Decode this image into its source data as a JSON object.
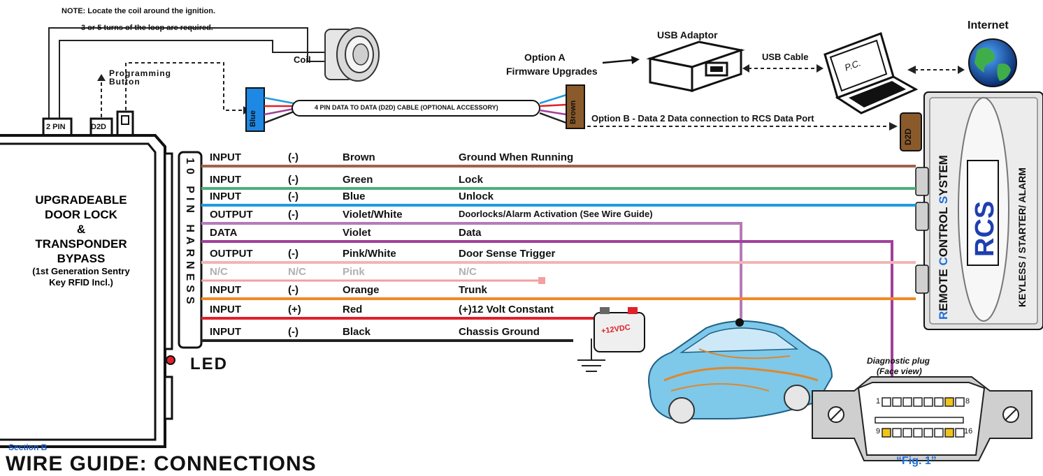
{
  "note": {
    "line1": "NOTE: Locate the coil around the ignition.",
    "line2": "3 or 5 turns of the loop are required."
  },
  "coil_label": "Coil",
  "programming_button": {
    "line1": "Programming",
    "line2": "Button"
  },
  "module": {
    "ports": {
      "two_pin": "2 PIN",
      "d2d": "D2D"
    },
    "title_lines": [
      "UPGRADEABLE",
      "DOOR LOCK",
      "&",
      "TRANSPONDER",
      "BYPASS"
    ],
    "subtitle_lines": [
      "(1st Generation Sentry",
      "Key RFID Incl.)"
    ],
    "harness_label": "10 PIN HARNESS",
    "led_label": "LED"
  },
  "d2d_cable": {
    "label": "4 PIN DATA TO DATA (D2D) CABLE (OPTIONAL ACCESSORY)",
    "left_plug": "Blue",
    "right_plug": "Brown"
  },
  "option_a": {
    "line1": "Option A",
    "line2": "Firmware Upgrades"
  },
  "usb_adaptor": "USB Adaptor",
  "usb_cable": "USB Cable",
  "pc_label": "P.C.",
  "internet_label": "Internet",
  "option_b": "Option B - Data 2 Data connection to RCS Data Port",
  "rcs": {
    "d2d_port": "D2D",
    "brand_r": "R",
    "brand_rest1": "EMOTE ",
    "brand_c": "C",
    "brand_rest2": "ONTROL ",
    "brand_s": "S",
    "brand_rest3": "YSTEM",
    "logo": "RCS",
    "side": "KEYLESS  / STARTER/ ALARM"
  },
  "wires": [
    {
      "type": "INPUT",
      "polarity": "(-)",
      "color_name": "Brown",
      "function": "Ground When Running",
      "stroke": "#a0624a"
    },
    {
      "type": "INPUT",
      "polarity": "(-)",
      "color_name": "Green",
      "function": "Lock",
      "stroke": "#4caf7a"
    },
    {
      "type": "INPUT",
      "polarity": "(-)",
      "color_name": "Blue",
      "function": "Unlock",
      "stroke": "#1e9be0"
    },
    {
      "type": "OUTPUT",
      "polarity": "(-)",
      "color_name": "Violet/White",
      "function": "Doorlocks/Alarm Activation (See Wire Guide)",
      "stroke": "#b57ab8"
    },
    {
      "type": "DATA",
      "polarity": "",
      "color_name": "Violet",
      "function": "Data",
      "stroke": "#a0409a"
    },
    {
      "type": "OUTPUT",
      "polarity": "(-)",
      "color_name": "Pink/White",
      "function": "Door Sense Trigger",
      "stroke": "#f2b5b5"
    },
    {
      "type": "N/C",
      "polarity": "N/C",
      "color_name": "Pink",
      "function": "N/C",
      "stroke": "#f2a0a0"
    },
    {
      "type": "INPUT",
      "polarity": "(-)",
      "color_name": "Orange",
      "function": "Trunk",
      "stroke": "#f08a25"
    },
    {
      "type": "INPUT",
      "polarity": "(+)",
      "color_name": "Red",
      "function": "(+)12 Volt Constant",
      "stroke": "#e0202a"
    },
    {
      "type": "INPUT",
      "polarity": "(-)",
      "color_name": "Black",
      "function": "Chassis Ground",
      "stroke": "#222222"
    }
  ],
  "battery_label": "+12VDC",
  "diagnostic": {
    "line1": "Diagnostic plug",
    "line2": "(Face view)",
    "pin1": "1",
    "pin8": "8",
    "pin9": "9",
    "pin16": "16",
    "fig": "“Fig. 1”"
  },
  "section_label": "Section B",
  "section_title": "WIRE GUIDE: CONNECTIONS"
}
